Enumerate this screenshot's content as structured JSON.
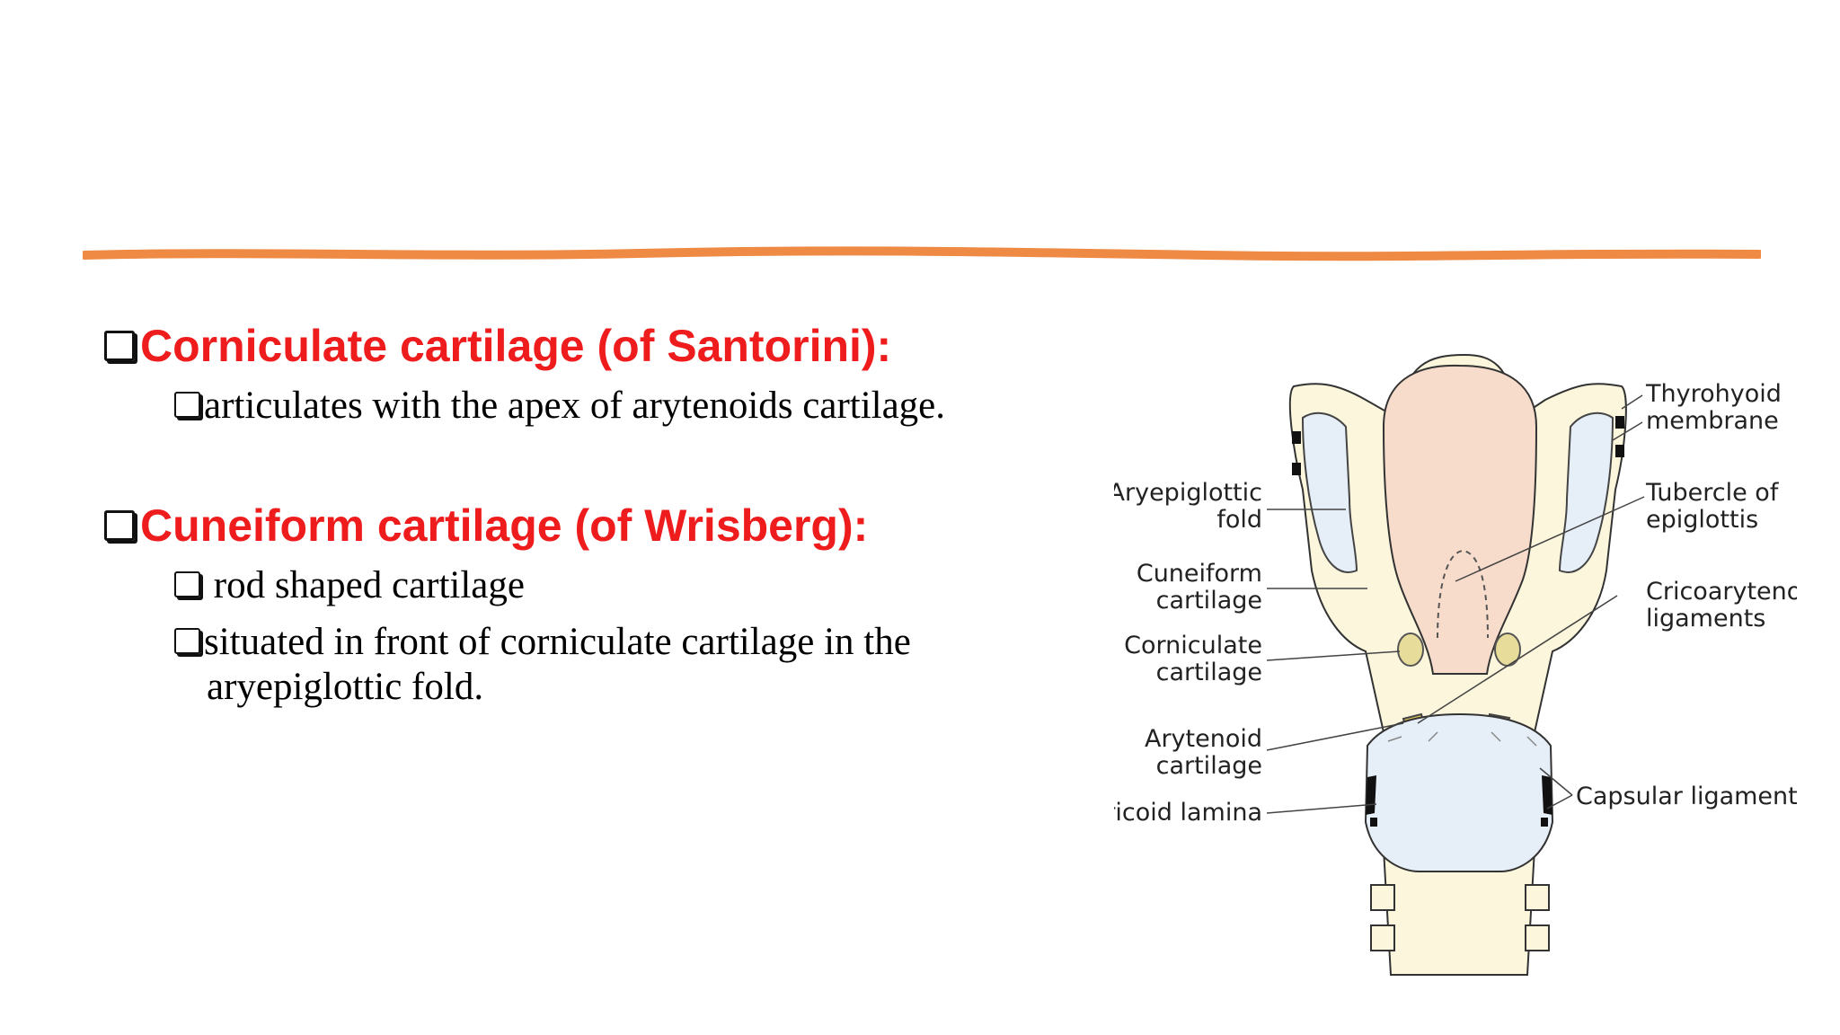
{
  "headings": [
    {
      "text": "Corniculate cartilage (of Santorini):"
    },
    {
      "text": "Cuneiform cartilage (of Wrisberg):"
    }
  ],
  "bullets": [
    {
      "text": "articulates with the apex of arytenoids cartilage."
    },
    {
      "text": " rod shaped cartilage"
    },
    {
      "text": "situated in front of corniculate cartilage in the"
    },
    {
      "text": "aryepiglottic fold."
    }
  ],
  "figure": {
    "labels": {
      "thyrohyoid": [
        "Thyrohyoid",
        "membrane"
      ],
      "aryepiglottic": [
        "Aryepiglottic",
        "fold"
      ],
      "tubercle": [
        "Tubercle of",
        "epiglottis"
      ],
      "cuneiform": [
        "Cuneiform",
        "cartilage"
      ],
      "cricoarytenoid": [
        "Cricoarytenoid",
        "ligaments"
      ],
      "corniculate": [
        "Corniculate",
        "cartilage"
      ],
      "arytenoid": [
        "Arytenoid",
        "cartilage"
      ],
      "capsular": "Capsular ligaments",
      "cricoid": "Cricoid lamina"
    }
  },
  "colors": {
    "heading": "#ee1c1c",
    "rule": "#ee8a44",
    "epiglottis": "#f7dccb",
    "membrane": "#e6eef8",
    "cartilage": "#fbf6dc",
    "corniculate": "#e8dc9a"
  }
}
